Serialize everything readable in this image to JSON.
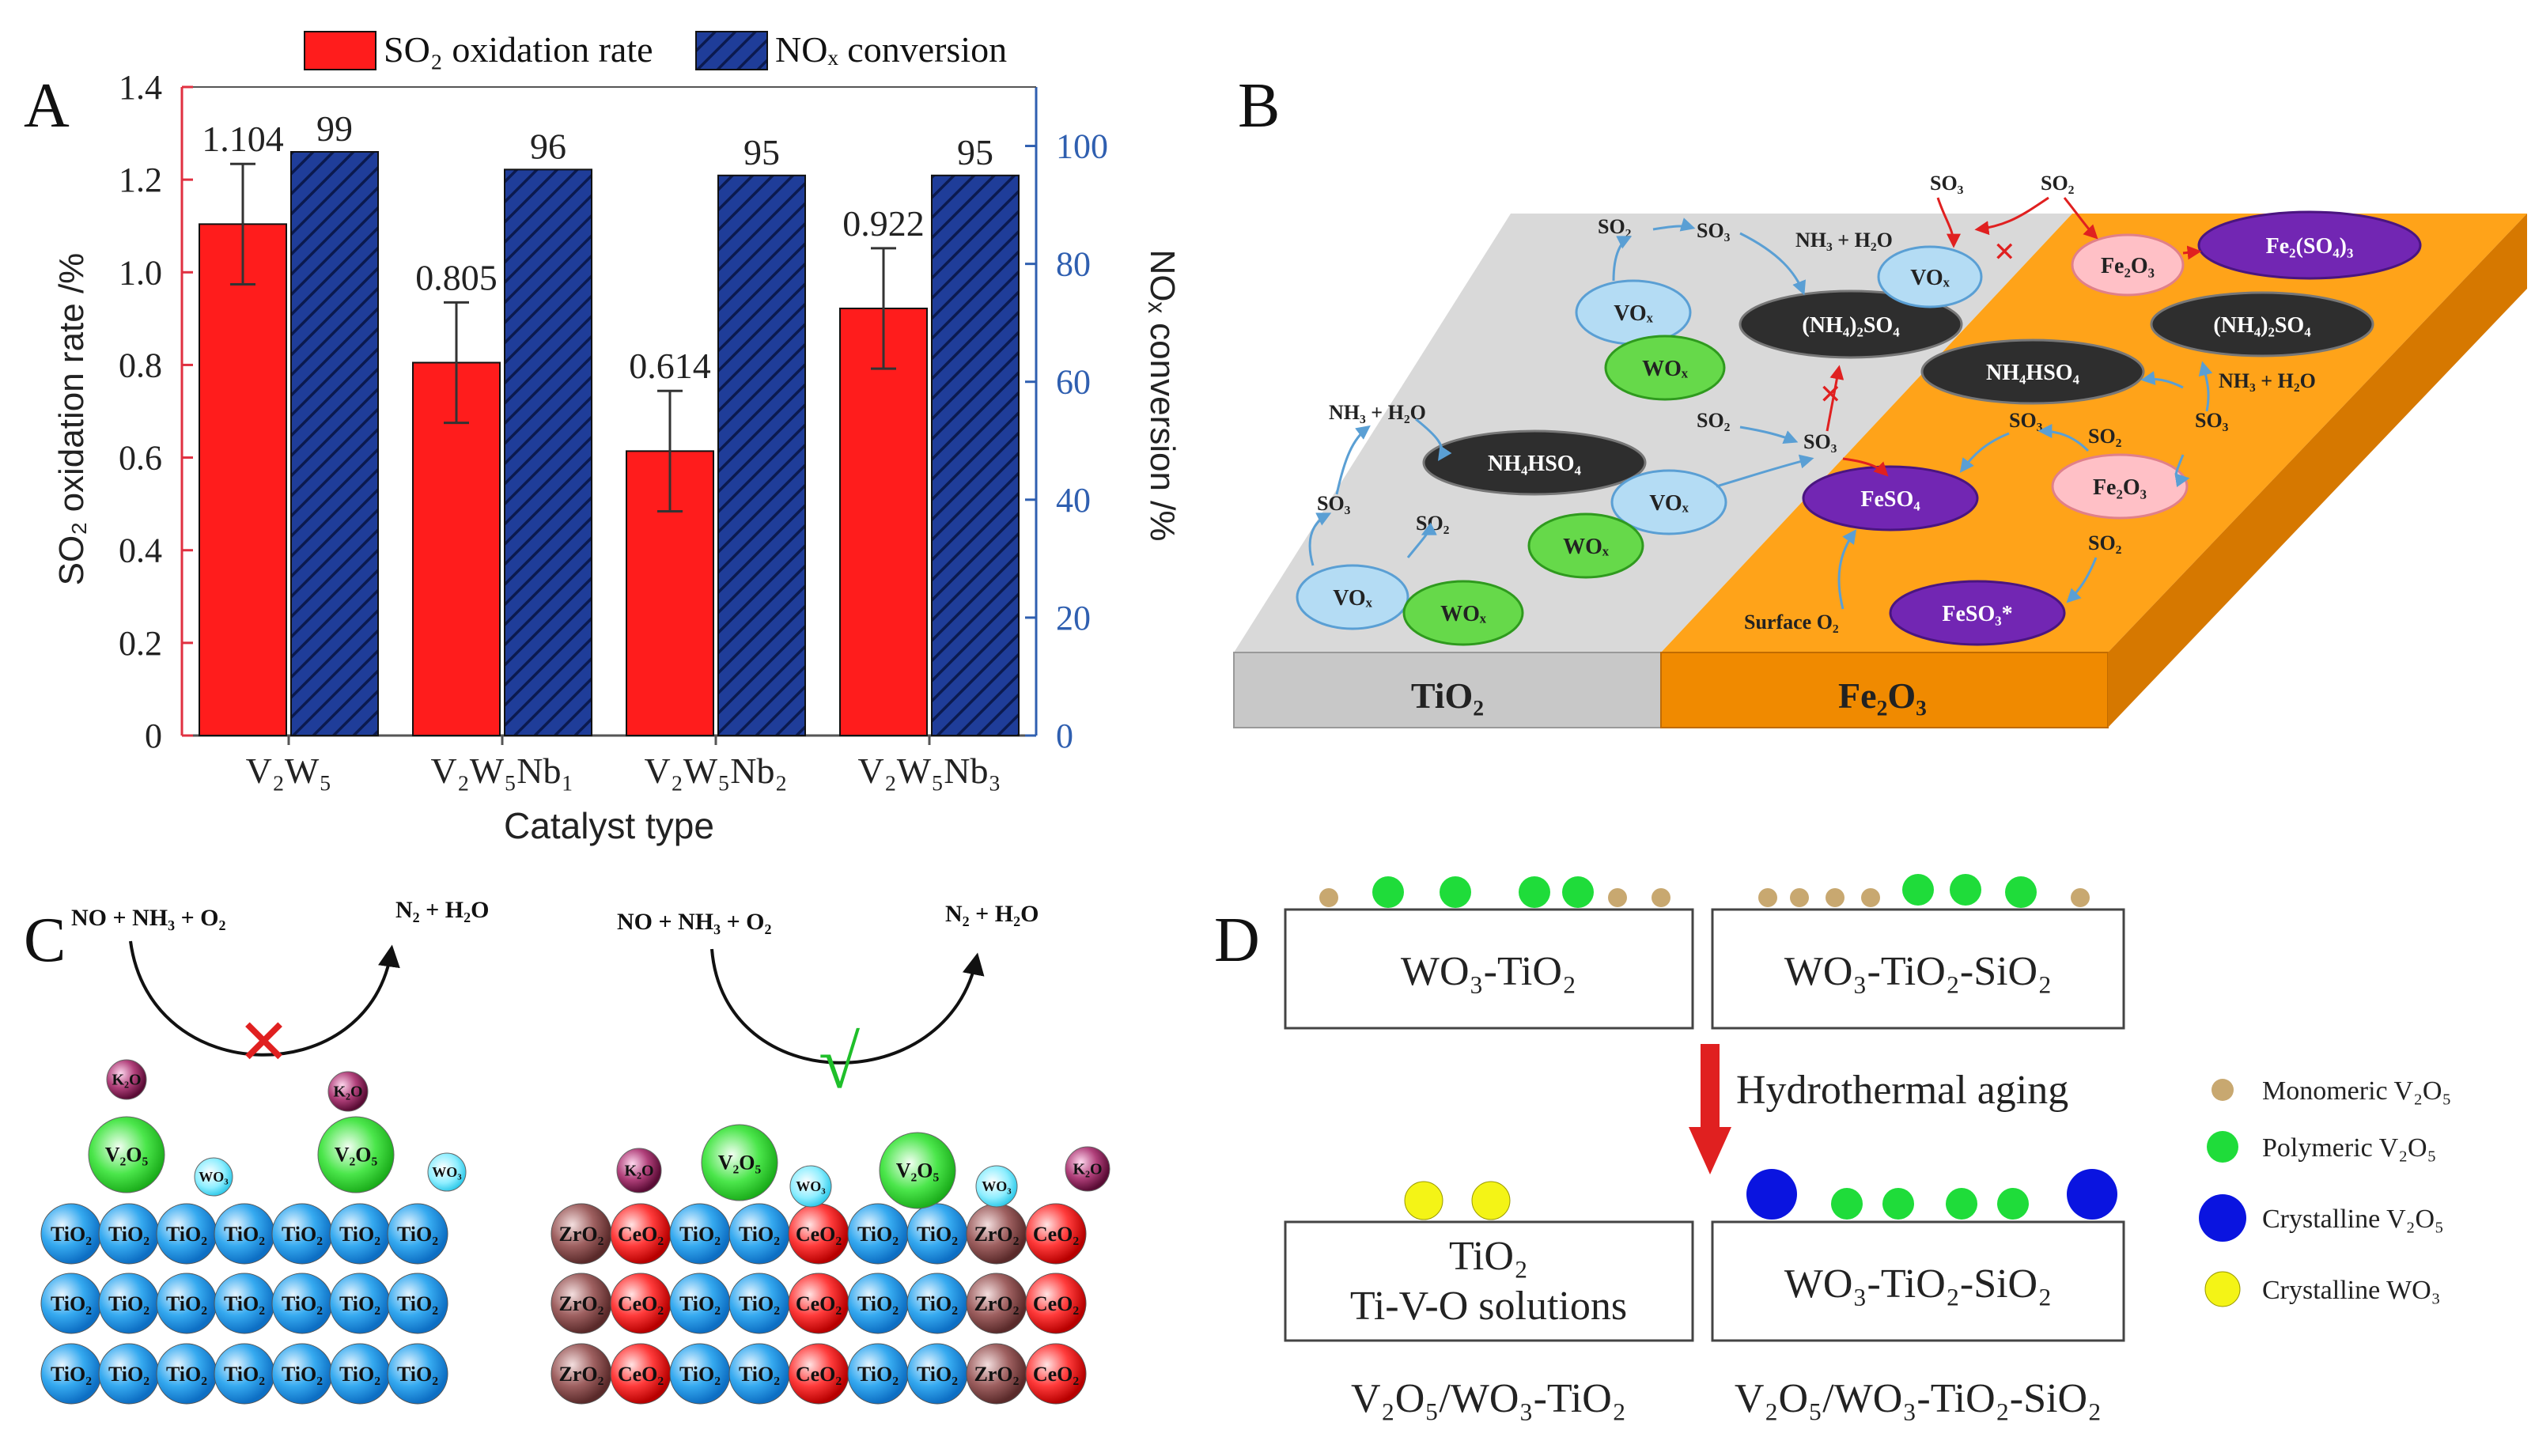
{
  "panel_labels": {
    "a": "A",
    "b": "B",
    "c": "C",
    "d": "D"
  },
  "chart_data": {
    "type": "bar",
    "categories": [
      "V₂W₅",
      "V₂W₅Nb₁",
      "V₂W₅Nb₂",
      "V₂W₅Nb₃"
    ],
    "series": [
      {
        "name": "SO₂ oxidation rate",
        "axis": "left",
        "values": [
          1.104,
          0.805,
          0.614,
          0.922
        ],
        "errors": [
          0.13,
          0.13,
          0.13,
          0.13
        ],
        "labels": [
          "1.104",
          "0.805",
          "0.614",
          "0.922"
        ],
        "color": "#ff1c1c"
      },
      {
        "name": "NOₓ conversion",
        "axis": "right",
        "values": [
          99,
          96,
          95,
          95
        ],
        "labels": [
          "99",
          "96",
          "95",
          "95"
        ],
        "color": "#1f3d99"
      }
    ],
    "xlabel": "Catalyst type",
    "ylabel": "SO₂ oxidation rate /%",
    "ylabel_right": "NOₓ conversion /%",
    "ylim": [
      0,
      1.4
    ],
    "ylim_right": [
      0,
      110
    ],
    "yticks": [
      "0",
      "0.2",
      "0.4",
      "0.6",
      "0.8",
      "1.0",
      "1.2",
      "1.4"
    ],
    "yticks_right": [
      "0",
      "20",
      "40",
      "60",
      "80",
      "100"
    ],
    "legend_position": "top"
  },
  "panel_b": {
    "tio2_label": "TiO₂",
    "fe2o3_label": "Fe₂O₃",
    "vox": "VOₓ",
    "wox": "WOₓ",
    "nh4hso4": "NH₄HSO₄",
    "nh4so4": "(NH₄)₂SO₄",
    "feso4": "FeSO₄",
    "feso3": "FeSO₃*",
    "fe2so43": "Fe₂(SO₄)₃",
    "fe2o3_small": "Fe₂O₃",
    "so2": "SO₂",
    "so3": "SO₃",
    "nh3_h2o": "NH₃ + H₂O",
    "surface_o2": "Surface O₂",
    "cross": "✕"
  },
  "panel_c": {
    "left_reactants": "NO + NH₃ + O₂",
    "left_products": "N₂ + H₂O",
    "right_reactants": "NO + NH₃ + O₂",
    "right_products": "N₂ + H₂O",
    "cross": "✕",
    "check": "√",
    "k2o": "K₂O",
    "v2o5": "V₂O₅",
    "wo3": "WO₃",
    "tio2": "TiO₂",
    "ceo2": "CeO₂",
    "zro2": "ZrO₂"
  },
  "panel_d": {
    "box1": "WO₃-TiO₂",
    "box2": "WO₃-TiO₂-SiO₂",
    "box3_line1": "TiO₂",
    "box3_line2": "Ti-V-O solutions",
    "box4": "WO₃-TiO₂-SiO₂",
    "arrow_label": "Hydrothermal aging",
    "caption1": "V₂O₅/WO₃-TiO₂",
    "caption2": "V₂O₅/WO₃-TiO₂-SiO₂",
    "legend": [
      {
        "label": "Monomeric V₂O₅",
        "color": "#c8a870"
      },
      {
        "label": "Polymeric V₂O₅",
        "color": "#1fdc3a"
      },
      {
        "label": "Crystalline V₂O₅",
        "color": "#0a14e0"
      },
      {
        "label": "Crystalline WO₃",
        "color": "#f4f416"
      }
    ]
  }
}
